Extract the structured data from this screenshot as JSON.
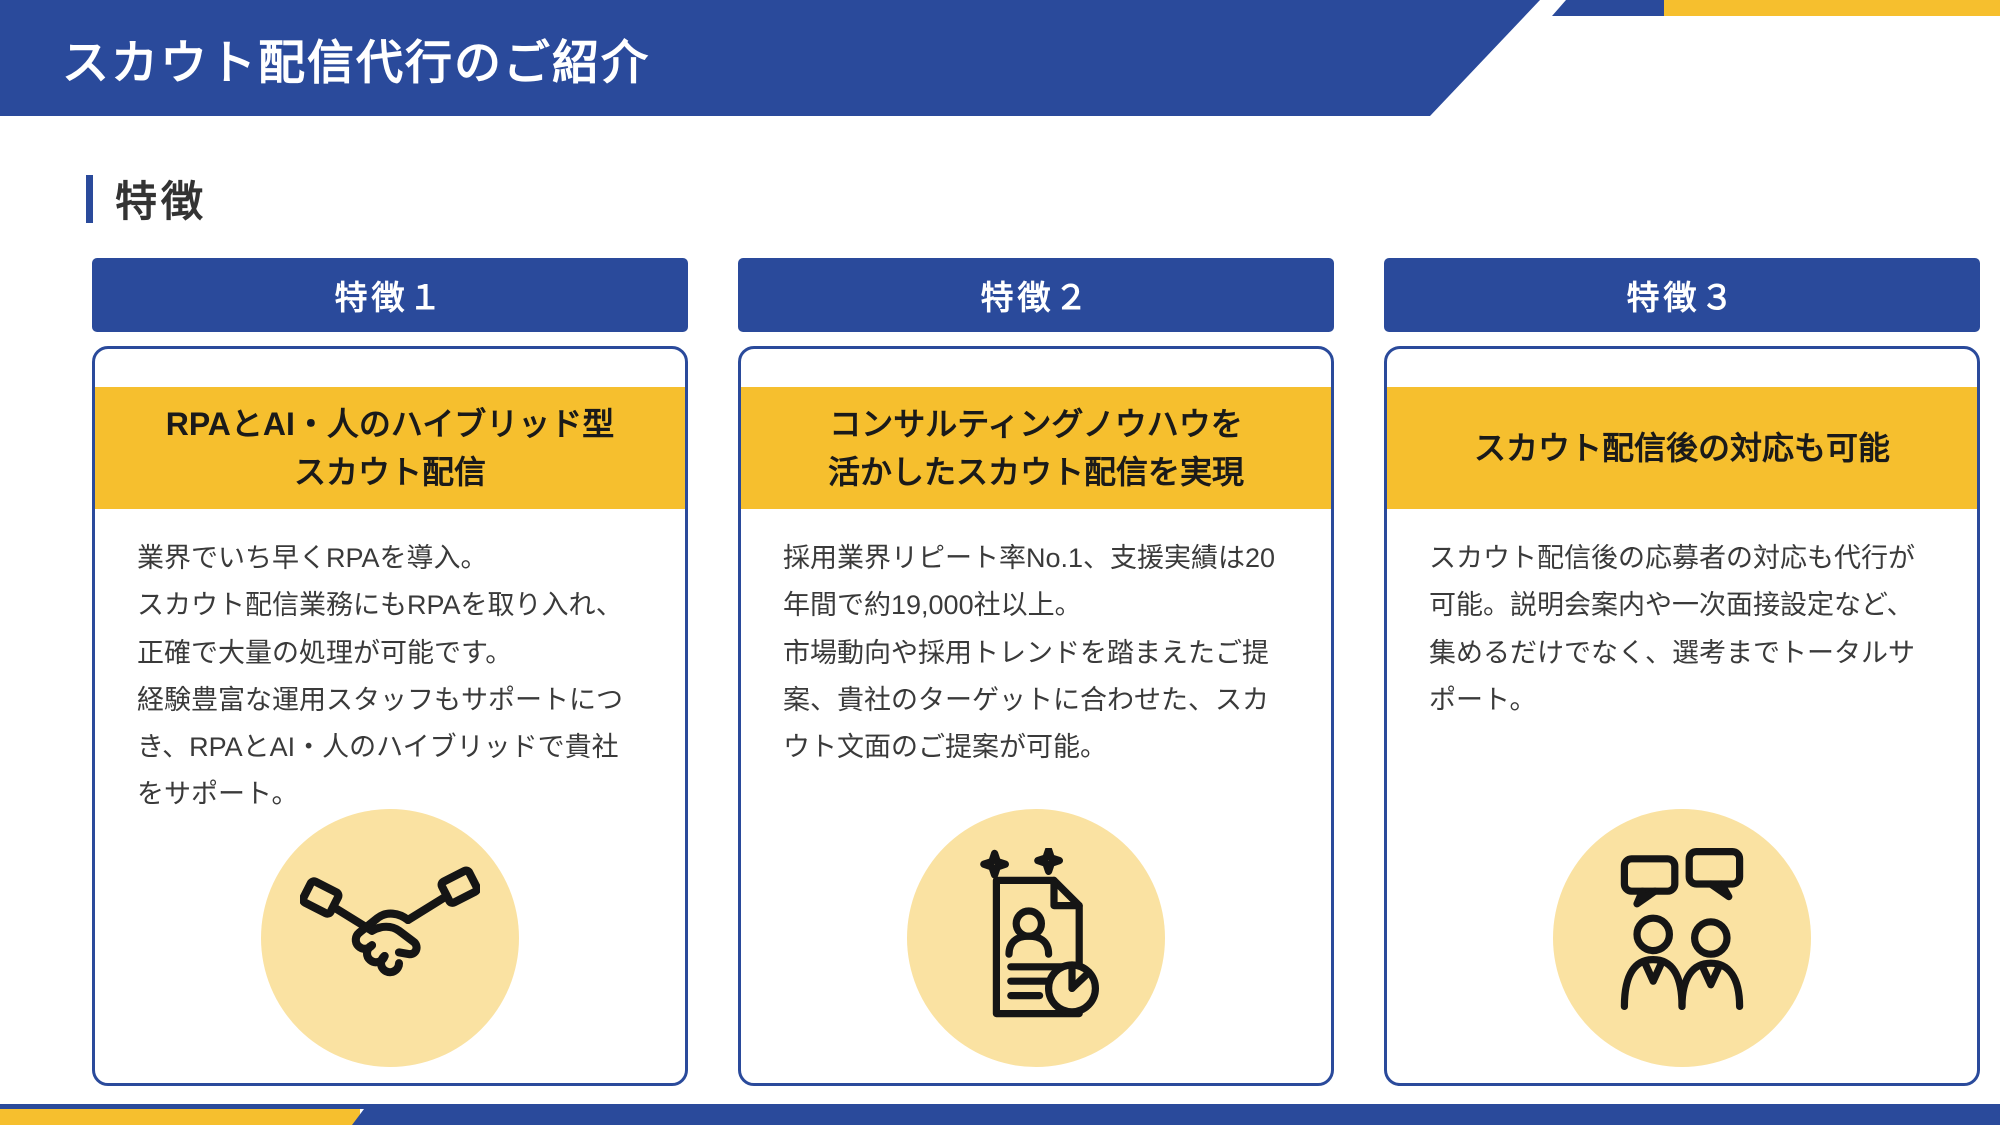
{
  "header": {
    "title": "スカウト配信代行のご紹介"
  },
  "section": {
    "title": "特徴"
  },
  "colors": {
    "navy": "#2A4A9B",
    "yellow": "#F6BF2E",
    "pale_yellow": "#FAE2A2",
    "text_dark": "#1A1A1A",
    "text_body": "#3A3A3A"
  },
  "features": [
    {
      "badge": "特徴１",
      "title": "RPAとAI・人のハイブリッド型\nスカウト配信",
      "body": "業界でいち早くRPAを導入。\nスカウト配信業務にもRPAを取り入れ、正確で大量の処理が可能です。\n経験豊富な運用スタッフもサポートにつき、RPAとAI・人のハイブリッドで貴社をサポート。",
      "icon": "handshake-icon"
    },
    {
      "badge": "特徴２",
      "title": "コンサルティングノウハウを\n活かしたスカウト配信を実現",
      "body": "採用業界リピート率No.1、支援実績は20年間で約19,000社以上。\n市場動向や採用トレンドを踏まえたご提案、貴社のターゲットに合わせた、スカウト文面のご提案が可能。",
      "icon": "resume-analysis-icon"
    },
    {
      "badge": "特徴３",
      "title": "スカウト配信後の対応も可能",
      "body": "スカウト配信後の応募者の対応も代行が可能。説明会案内や一次面接設定など、集めるだけでなく、選考までトータルサポート。",
      "icon": "people-conversation-icon"
    }
  ]
}
